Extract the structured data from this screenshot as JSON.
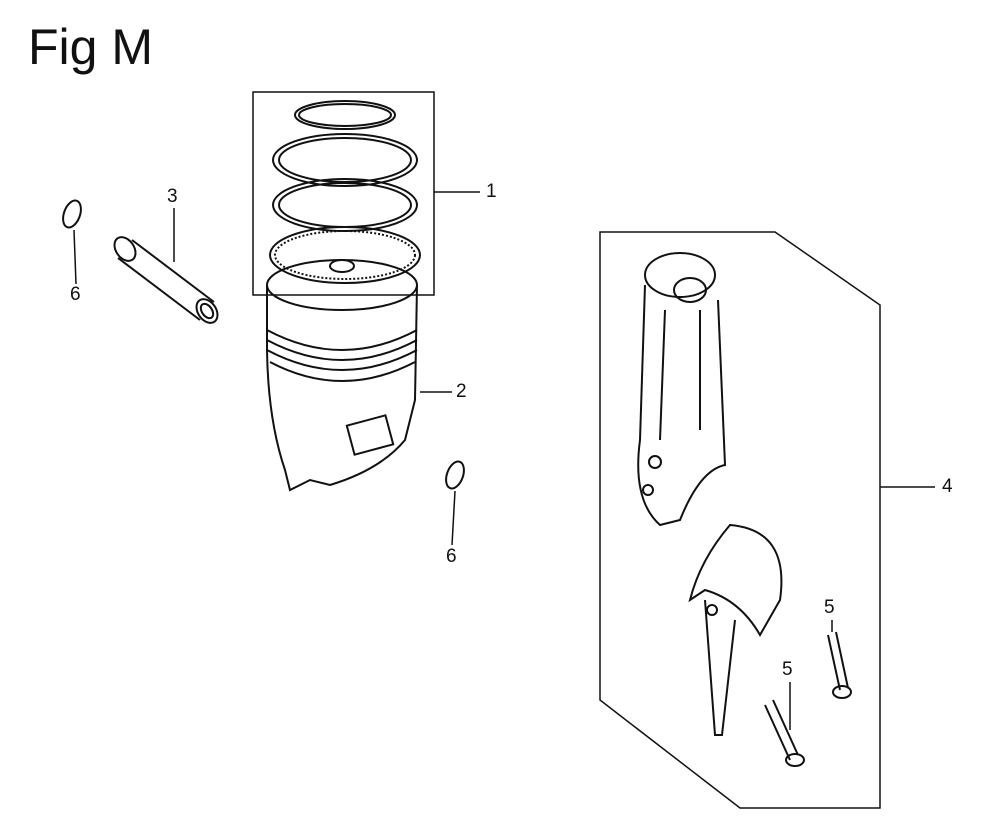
{
  "title": "Fig M",
  "callouts": [
    {
      "number": "1",
      "part": "piston-rings"
    },
    {
      "number": "2",
      "part": "piston"
    },
    {
      "number": "3",
      "part": "piston-pin"
    },
    {
      "number": "4",
      "part": "connecting-rod-assembly"
    },
    {
      "number": "5",
      "part": "rod-bolt"
    },
    {
      "number": "5",
      "part": "rod-bolt"
    },
    {
      "number": "6",
      "part": "pin-clip"
    },
    {
      "number": "6",
      "part": "pin-clip"
    }
  ]
}
